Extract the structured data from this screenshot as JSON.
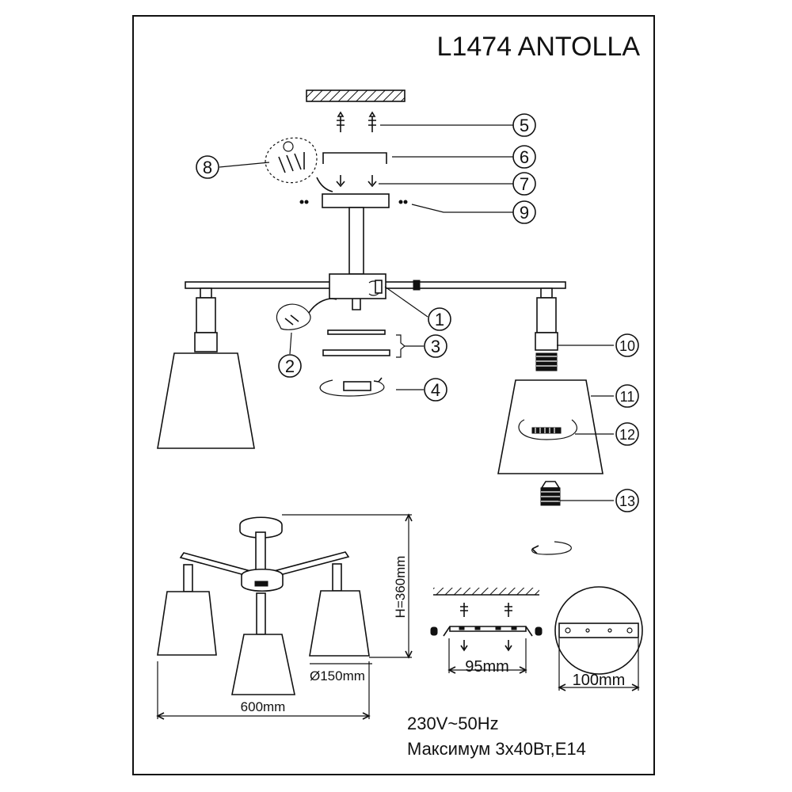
{
  "title": "L1474 ANTOLLA",
  "callouts": [
    "1",
    "2",
    "3",
    "4",
    "5",
    "6",
    "7",
    "8",
    "9",
    "10",
    "11",
    "12",
    "13"
  ],
  "dimensions": {
    "height": "H=360mm",
    "shade_diameter": "Ø150mm",
    "width": "600mm",
    "bracket_width": "95mm",
    "canopy_diameter": "100mm"
  },
  "specs": {
    "voltage": "230V~50Hz",
    "max_power": "Максимум 3x40Вт,E14"
  }
}
